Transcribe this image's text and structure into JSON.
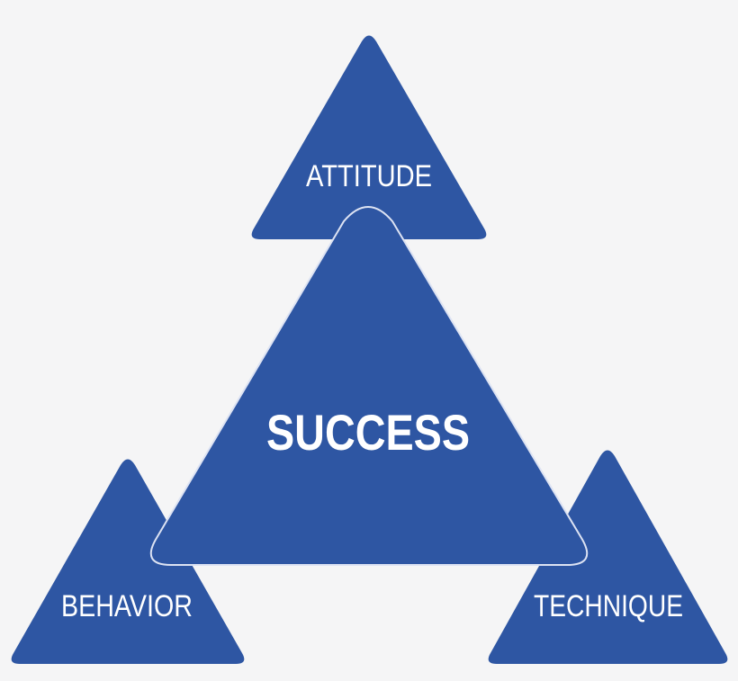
{
  "diagram": {
    "type": "triangle-composition",
    "colors": {
      "background": "#f5f5f6",
      "triangle_fill": "#2e56a3",
      "outline": "#dde3f3",
      "text": "#ffffff"
    },
    "center": {
      "label": "SUCCESS"
    },
    "corners": [
      {
        "id": "top",
        "label": "ATTITUDE"
      },
      {
        "id": "left",
        "label": "BEHAVIOR"
      },
      {
        "id": "right",
        "label": "TECHNIQUE"
      }
    ]
  }
}
